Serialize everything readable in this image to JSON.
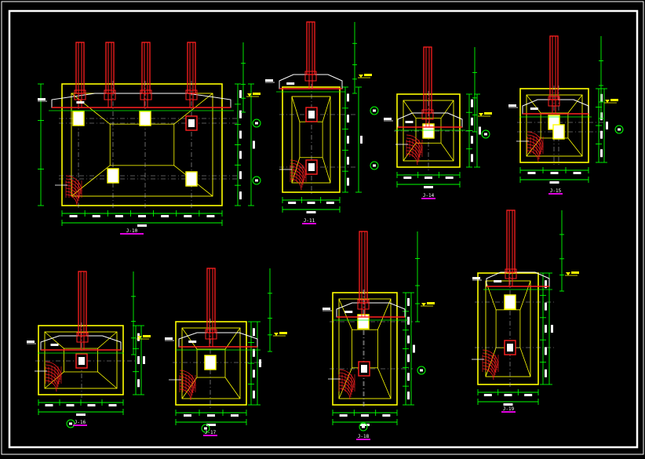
{
  "colors": {
    "background": "#000000",
    "frame": "#ffffff",
    "footing_outline": "#ffff00",
    "dimension": "#00ff00",
    "column": "#ff2020",
    "pedestal": "#ffffff",
    "centerline": "#b0b0b0",
    "label_underline": "#ff00ff",
    "axis_bubble": "#00ff00",
    "level_mark": "#ffff00"
  },
  "footings": [
    {
      "id": "J-10",
      "label": "J-10"
    },
    {
      "id": "J-11",
      "label": "J-11"
    },
    {
      "id": "J-14",
      "label": "J-14"
    },
    {
      "id": "J-15",
      "label": "J-15"
    },
    {
      "id": "J-16",
      "label": "J-16"
    },
    {
      "id": "J-17",
      "label": "J-17"
    },
    {
      "id": "J-18",
      "label": "J-18"
    },
    {
      "id": "J-19",
      "label": "J-19"
    }
  ]
}
